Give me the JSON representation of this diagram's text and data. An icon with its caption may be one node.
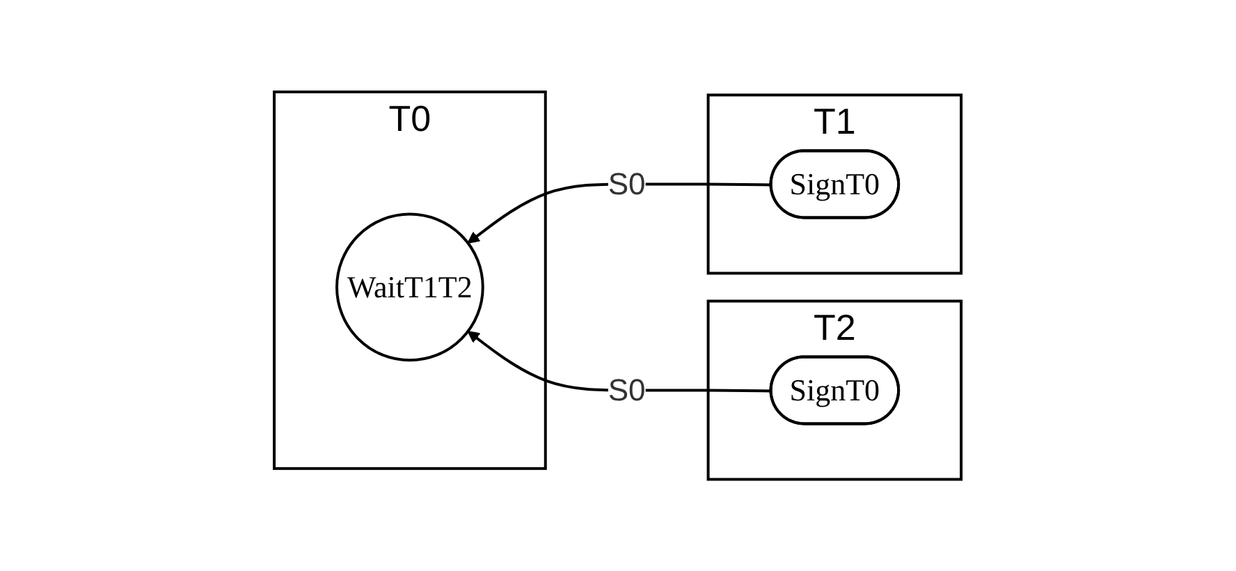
{
  "diagram": {
    "nodes": [
      {
        "text": [
          "T0"
        ]
      },
      {
        "text": [
          "WaitT1T2"
        ],
        "in": 0
      },
      {
        "text": [
          "T1"
        ]
      },
      {
        "text": [
          "SignT0"
        ],
        "in": 2
      },
      {
        "text": [
          "T2"
        ]
      },
      {
        "text": [
          "SignT0"
        ],
        "in": 4
      }
    ],
    "edges": [
      {
        "from": 3,
        "to": 1,
        "label": "S0",
        "arrow": "to"
      },
      {
        "from": 5,
        "to": 1,
        "label": "S0",
        "arrow": "to"
      }
    ]
  }
}
